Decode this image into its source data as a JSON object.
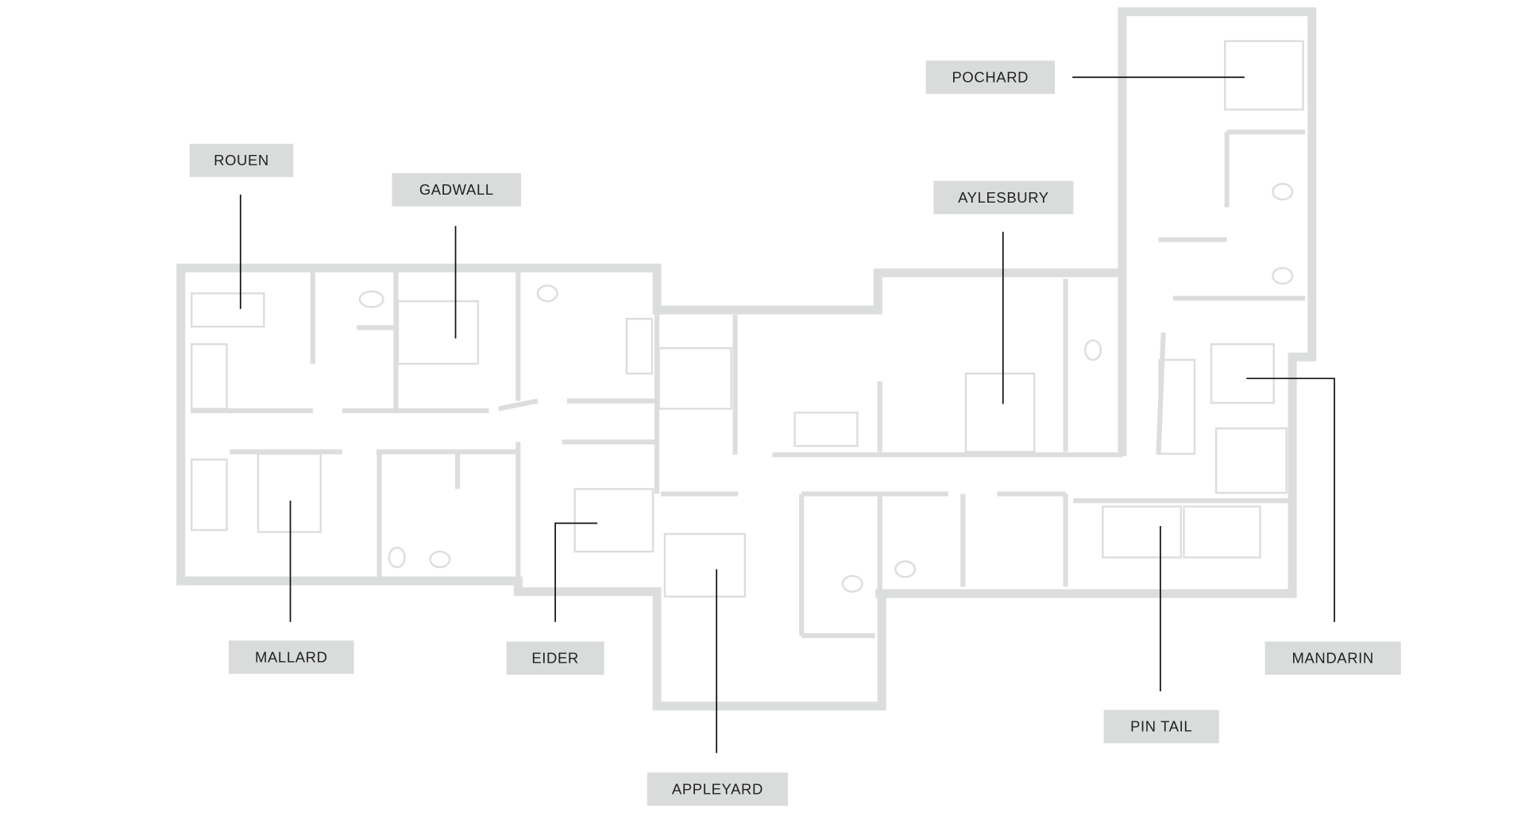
{
  "title": "Floor plan",
  "rooms": [
    {
      "id": "rouen",
      "label": "ROUEN"
    },
    {
      "id": "gadwall",
      "label": "GADWALL"
    },
    {
      "id": "pochard",
      "label": "POCHARD"
    },
    {
      "id": "aylesbury",
      "label": "AYLESBURY"
    },
    {
      "id": "mallard",
      "label": "MALLARD"
    },
    {
      "id": "eider",
      "label": "EIDER"
    },
    {
      "id": "appleyard",
      "label": "APPLEYARD"
    },
    {
      "id": "pin-tail",
      "label": "PIN TAIL"
    },
    {
      "id": "mandarin",
      "label": "MANDARIN"
    }
  ],
  "colors": {
    "wall": "#dcdedd",
    "label_bg": "#d9dcdb",
    "leader": "#111111"
  }
}
